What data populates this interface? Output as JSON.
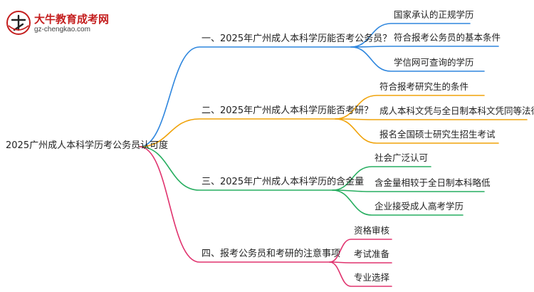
{
  "logo": {
    "title": "大牛教育成考网",
    "url": "gz-chengkao.com",
    "icon": "daniu-logo-icon"
  },
  "root": {
    "label": "2025广州成人本科学历考公务员认可度"
  },
  "branches": [
    {
      "label": "一、2025年广州成人本科学历能否考公务员？",
      "color": "#2e86de",
      "children": [
        "国家承认的正规学历",
        "符合报考公务员的基本条件",
        "学信网可查询的学历"
      ]
    },
    {
      "label": "二、2025年广州成人本科学历能否考研？",
      "color": "#f0a30a",
      "children": [
        "符合报考研究生的条件",
        "成人本科文凭与全日制本科文凭同等法律效力",
        "报名全国硕士研究生招生考试"
      ]
    },
    {
      "label": "三、2025年广州成人本科学历的含金量",
      "color": "#27ae60",
      "children": [
        "社会广泛认可",
        "含金量相较于全日制本科略低",
        "企业接受成人高考学历"
      ]
    },
    {
      "label": "四、报考公务员和考研的注意事项",
      "color": "#e0336e",
      "children": [
        "资格审核",
        "考试准备",
        "专业选择"
      ]
    }
  ]
}
